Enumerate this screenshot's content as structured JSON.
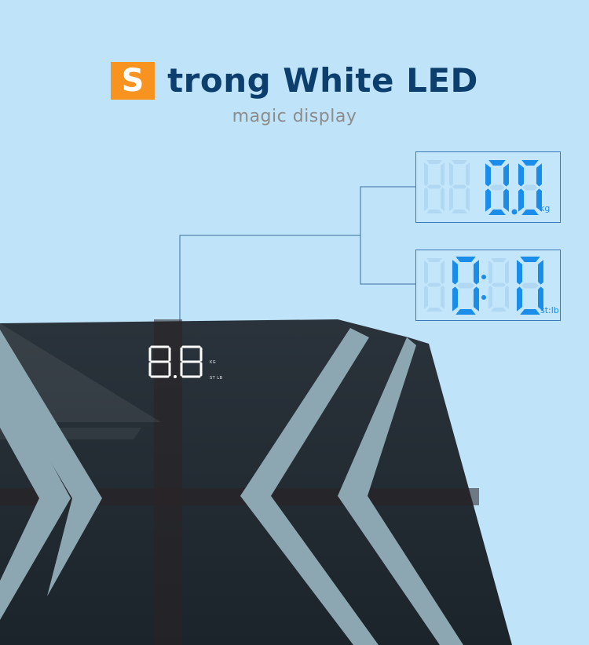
{
  "header": {
    "initial": "S",
    "title_rest": "trong White LED",
    "subtitle": "magic display"
  },
  "display_kg": {
    "value": "0.0",
    "unit": "kg"
  },
  "display_stlb": {
    "value": "0:0",
    "unit": "st:lb"
  },
  "scale_display": {
    "value": "8.8",
    "unit_line_1": "KG",
    "unit_line_2": "ST LB"
  },
  "colors": {
    "background": "#bfe3f8",
    "badge": "#f7931e",
    "title": "#0d3f6e",
    "subtitle": "#8c8c8c",
    "lcd_digit": "#1a8dea",
    "lcd_ghost": "#b0d8f2",
    "scale_glass": "#1f2830",
    "scale_led": "#ffffff"
  }
}
